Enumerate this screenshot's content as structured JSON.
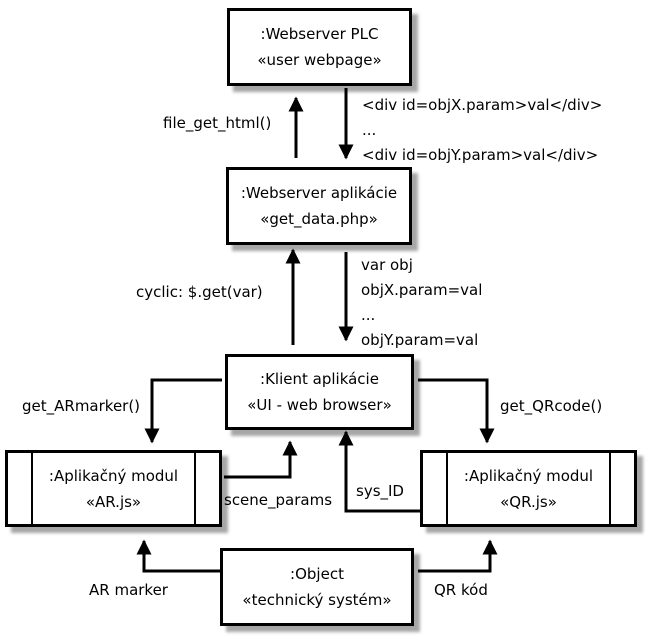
{
  "boxes": {
    "plc": {
      "name": ":Webserver PLC",
      "stereotype": "«user webpage»"
    },
    "app_server": {
      "name": ":Webserver aplikácie",
      "stereotype": "«get_data.php»"
    },
    "client": {
      "name": ":Klient aplikácie",
      "stereotype": "«UI - web browser»"
    },
    "ar_module": {
      "name": ":Aplikačný modul",
      "stereotype": "«AR.js»"
    },
    "qr_module": {
      "name": ":Aplikačný modul",
      "stereotype": "«QR.js»"
    },
    "object": {
      "name": ":Object",
      "stereotype": "«technický systém»"
    }
  },
  "labels": {
    "file_get_html": "file_get_html()",
    "html_response": [
      "<div id=objX.param>val</div>",
      "...",
      "<div id=objY.param>val</div>"
    ],
    "cyclic_get": "cyclic: $.get(var)",
    "var_response": [
      "var obj",
      "objX.param=val",
      "...",
      "objY.param=val"
    ],
    "get_armarker": "get_ARmarker()",
    "get_qrcode": "get_QRcode()",
    "scene_params": "scene_params",
    "sys_id": "sys_ID",
    "ar_marker": "AR marker",
    "qr_kod": "QR kód"
  }
}
